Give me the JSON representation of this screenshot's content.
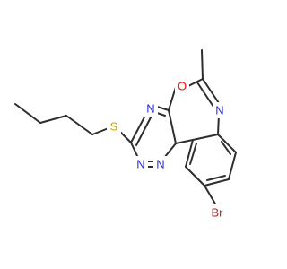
{
  "molecule": {
    "atoms": [
      {
        "id": "S",
        "label": "S",
        "color": "#c8a400"
      },
      {
        "id": "O",
        "label": "O",
        "color": "#ff0d0d"
      },
      {
        "id": "N1",
        "label": "N",
        "color": "#2a2ad8"
      },
      {
        "id": "N2",
        "label": "N",
        "color": "#2a2ad8"
      },
      {
        "id": "N3",
        "label": "N",
        "color": "#2a2ad8"
      },
      {
        "id": "N4",
        "label": "N",
        "color": "#2a2ad8"
      },
      {
        "id": "Br",
        "label": "Br",
        "color": "#a52a2a"
      }
    ]
  }
}
